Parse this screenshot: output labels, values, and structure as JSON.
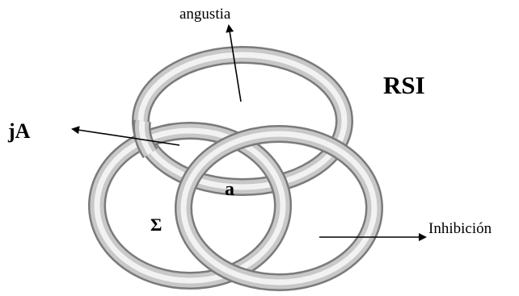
{
  "labels": {
    "angustia": "angustia",
    "rsi": "RSI",
    "ja": "jA",
    "a": "a",
    "sigma": "Σ",
    "inhibicion": "Inhibición"
  },
  "rings": [
    {
      "name": "ring-top"
    },
    {
      "name": "ring-left"
    },
    {
      "name": "ring-right"
    }
  ],
  "colors": {
    "ring_light": "#f2f2f2",
    "ring_mid": "#c8c8c8",
    "ring_dark": "#7a7a7a",
    "arrow": "#000000"
  }
}
